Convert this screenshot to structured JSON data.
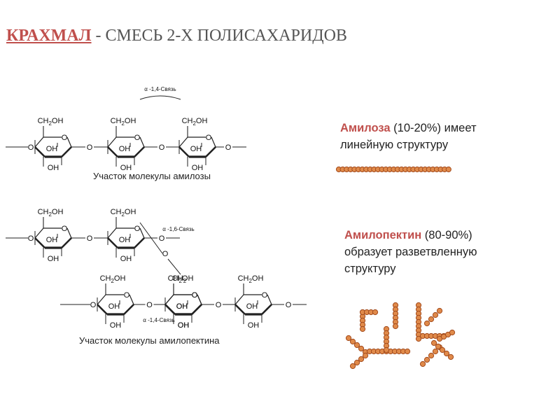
{
  "title": {
    "keyword": "КРАХМАЛ",
    "dash": "-",
    "rest": "СМЕСЬ 2-Х ПОЛИСАХАРИДОВ"
  },
  "chem_labels": {
    "ch2oh": "CH2OH",
    "oh": "OH",
    "o": "O",
    "ch2": "CH2",
    "bond_14": "α -1,4-Связь",
    "bond_16": "α -1,6-Связь"
  },
  "captions": {
    "amylose_fragment": "Участок молекулы амилозы",
    "amylopectin_fragment": "Участок молекулы амилопектина"
  },
  "amylose": {
    "name": "Амилоза",
    "percent": "(10-20%)",
    "desc_line1_rest": "имеет",
    "desc_line2": "линейную структуру"
  },
  "amylopectin": {
    "name": "Амилопектин",
    "percent": "(80-90%)",
    "desc_line2": "образует разветвленную",
    "desc_line3": "структуру"
  },
  "colors": {
    "accent": "#c0504d",
    "bead_fill": "#e08a4a",
    "bead_stroke": "#a24a1c"
  }
}
